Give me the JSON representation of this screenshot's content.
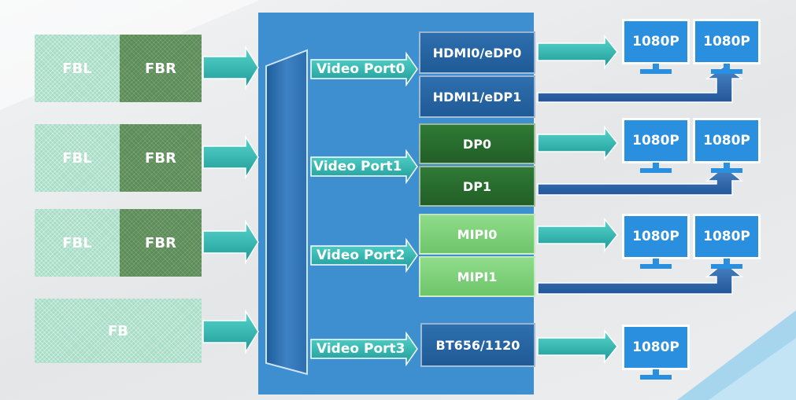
{
  "frame_buffers": [
    {
      "left": "FBL",
      "right": "FBR"
    },
    {
      "left": "FBL",
      "right": "FBR"
    },
    {
      "left": "FBL",
      "right": "FBR"
    },
    {
      "single": "FB"
    }
  ],
  "video_ports": [
    "Video Port0",
    "Video Port1",
    "Video Port2",
    "Video Port3"
  ],
  "interfaces": [
    "HDMI0/eDP0",
    "HDMI1/eDP1",
    "DP0",
    "DP1",
    "MIPI0",
    "MIPI1",
    "BT656/1120"
  ],
  "displays": [
    "1080P",
    "1080P",
    "1080P",
    "1080P",
    "1080P",
    "1080P",
    "1080P"
  ],
  "colors": {
    "vop_panel": "#3d8fcf",
    "fb_light": "#a7ddc7",
    "fb_dark": "#5c8c57",
    "teal_arrow": "#2fb3ad",
    "monitor": "#2b8fe0",
    "interface_blue": "#2e6fae",
    "interface_dark_green": "#2f7a35",
    "interface_light_green": "#8fdc8a"
  }
}
